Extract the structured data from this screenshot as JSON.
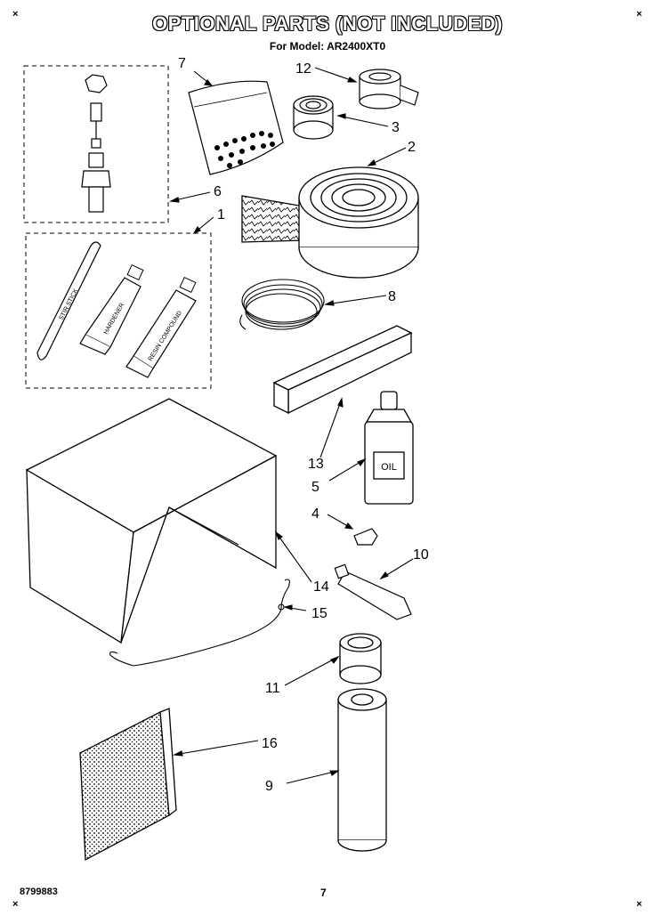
{
  "title": "OPTIONAL PARTS (NOT INCLUDED)",
  "subtitle": "For Model: AR2400XT0",
  "corner_mark": "×",
  "footer": {
    "part_number": "8799883",
    "page": "7"
  },
  "callouts": [
    "1",
    "2",
    "3",
    "4",
    "5",
    "6",
    "7",
    "8",
    "9",
    "10",
    "11",
    "12",
    "13",
    "14",
    "15",
    "16"
  ],
  "item_text": {
    "stick": "STIR STICK",
    "tube1": "HARDENER",
    "tube2": "RESIN COMPOUND",
    "bottle": "OIL"
  }
}
